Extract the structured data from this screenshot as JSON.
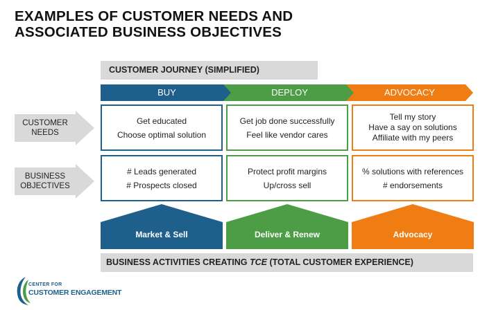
{
  "title": {
    "line1": "EXAMPLES OF CUSTOMER NEEDS AND",
    "line2": "ASSOCIATED BUSINESS OBJECTIVES"
  },
  "journey": {
    "label": "CUSTOMER JOURNEY (SIMPLIFIED)"
  },
  "stages": [
    {
      "label": "BUY",
      "color": "#1f5f8b"
    },
    {
      "label": "DEPLOY",
      "color": "#4c9d46"
    },
    {
      "label": "ADVOCACY",
      "color": "#ef7d14"
    }
  ],
  "rows": {
    "needs": {
      "label_line1": "CUSTOMER",
      "label_line2": "NEEDS"
    },
    "objectives": {
      "label_line1": "BUSINESS",
      "label_line2": "OBJECTIVES"
    }
  },
  "needs": [
    [
      "Get educated",
      "Choose optimal solution"
    ],
    [
      "Get job done successfully",
      "Feel like vendor cares"
    ],
    [
      "Tell my story",
      "Have a say on solutions",
      "Affiliate with my peers"
    ]
  ],
  "objectives": [
    [
      "# Leads generated",
      "# Prospects closed"
    ],
    [
      "Protect profit margins",
      "Up/cross sell"
    ],
    [
      "% solutions with references",
      "# endorsements"
    ]
  ],
  "activities": [
    "Market & Sell",
    "Deliver & Renew",
    "Advocacy"
  ],
  "bottom": {
    "prefix": "BUSINESS ACTIVITIES CREATING ",
    "emphasis": "TCE",
    "suffix": " (TOTAL CUSTOMER EXPERIENCE)"
  },
  "logo": {
    "line1": "CENTER FOR",
    "line2": "CUSTOMER ENGAGEMENT"
  },
  "colors": {
    "gray": "#d9d9d9",
    "blue": "#1f5f8b",
    "green": "#4c9d46",
    "orange": "#ef7d14"
  }
}
